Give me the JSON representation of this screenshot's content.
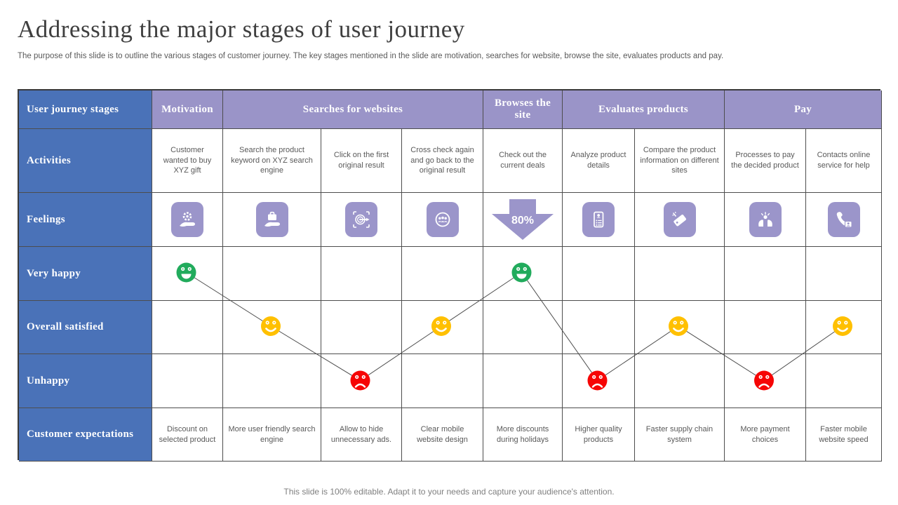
{
  "slide": {
    "title": "Addressing the major stages of user journey",
    "subtitle": "The purpose of this slide is to outline the various stages of customer journey. The key stages mentioned in the slide are motivation, searches for website, browse the site, evaluates products and pay.",
    "footer": "This slide is 100% editable. Adapt it to your needs and capture your audience's attention."
  },
  "colors": {
    "row_header_blue": "#4a72b8",
    "stage_header_purple": "#9a94c8",
    "icon_purple": "#9b95ca",
    "very_happy_green": "#21ab5c",
    "satisfied_yellow": "#ffc000",
    "unhappy_red": "#f60505",
    "grid_line": "#4d4d4d"
  },
  "table": {
    "corner_label": "User journey stages",
    "stage_groups": [
      {
        "label": "Motivation",
        "span": 1
      },
      {
        "label": "Searches for websites",
        "span": 3
      },
      {
        "label": "Browses the site",
        "span": 1
      },
      {
        "label": "Evaluates products",
        "span": 2
      },
      {
        "label": "Pay",
        "span": 2
      }
    ],
    "row_labels": {
      "activities": "Activities",
      "feelings": "Feelings",
      "very_happy": "Very happy",
      "satisfied": "Overall satisfied",
      "unhappy": "Unhappy",
      "expectations": "Customer expectations"
    },
    "activities": [
      "Customer wanted to buy XYZ gift",
      "Search the product keyword on XYZ search engine",
      "Click on the first original result",
      "Cross check again and go back to the original result",
      "Check out the current deals",
      "Analyze product details",
      "Compare the product information on different sites",
      "Processes to pay the decided product",
      "Contacts online service for help"
    ],
    "feelings_icons": [
      "hand-gear-icon",
      "hand-briefcase-icon",
      "target-arrow-icon",
      "audience-globe-icon",
      "discount-down-arrow",
      "resume-icon",
      "price-tag-icon",
      "hands-celebrate-icon",
      "phone-contact-icon"
    ],
    "arrow_label": "80%",
    "moods": [
      "very_happy",
      "satisfied",
      "unhappy",
      "satisfied",
      "very_happy",
      "unhappy",
      "satisfied",
      "unhappy",
      "satisfied"
    ],
    "expectations": [
      "Discount on selected product",
      "More user friendly search engine",
      "Allow to hide unnecessary ads.",
      "Clear mobile website design",
      "More discounts during holidays",
      "Higher quality products",
      "Faster supply chain system",
      "More payment choices",
      "Faster mobile website speed"
    ]
  }
}
